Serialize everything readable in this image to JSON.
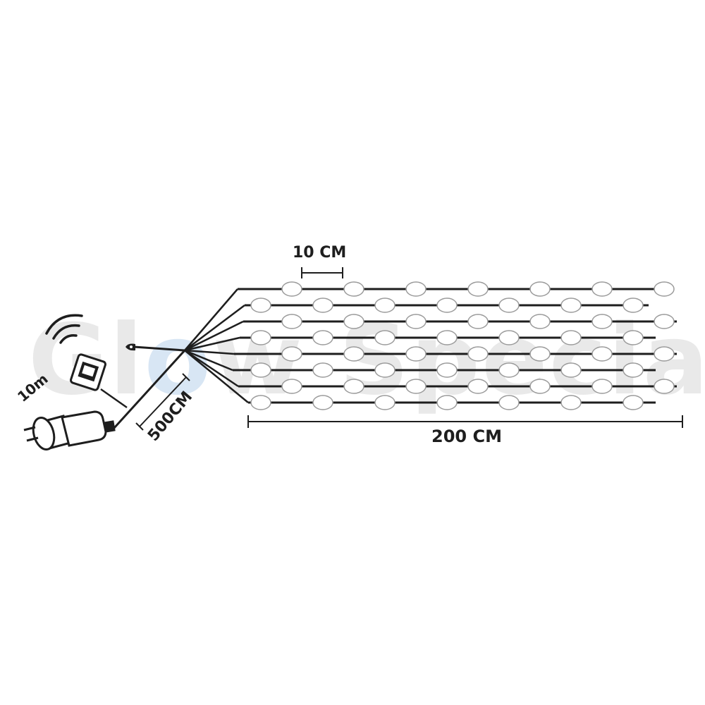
{
  "watermark": {
    "part1": "Gl",
    "part2": "o",
    "part3": "w Specialist"
  },
  "labels": {
    "led_spacing": "10 CM",
    "lead_cable": "500CM",
    "strand_length": "200 CM",
    "remote_range": "10m"
  },
  "colors": {
    "wire": "#1e1e1e",
    "led_stroke": "#9a9a9a",
    "led_fill": "#ffffff"
  },
  "icons": {
    "plug": "eu-plug-icon",
    "remote": "remote-control-icon",
    "signal": "wireless-signal-icon"
  }
}
